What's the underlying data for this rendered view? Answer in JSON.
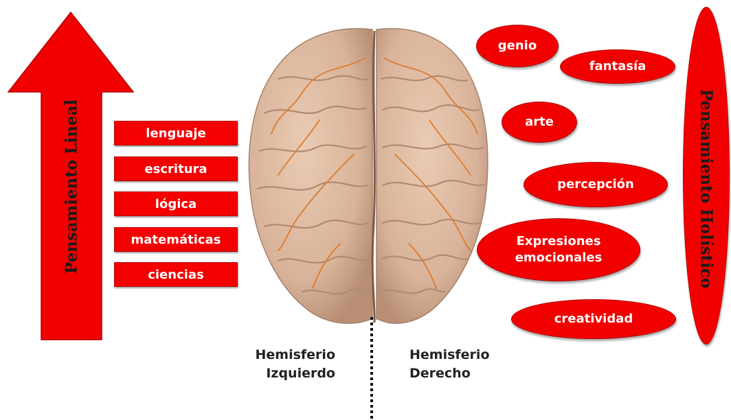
{
  "left_arrow": {
    "label": "Pensamiento Lineal"
  },
  "left_items": [
    "lenguaje",
    "escritura",
    "lógica",
    "matemáticas",
    "ciencias"
  ],
  "right_ellipse": {
    "label": "Pensamiento Holístico"
  },
  "right_items": {
    "genio": "genio",
    "fantasia": "fantasía",
    "arte": "arte",
    "percepcion": "percepción",
    "expresiones_line1": "Expresiones",
    "expresiones_line2": "emocionales",
    "creatividad": "creatividad"
  },
  "hemispheres": {
    "left_line1": "Hemisferio",
    "left_line2": "Izquierdo",
    "right_line1": "Hemisferio",
    "right_line2": "Derecho"
  },
  "colors": {
    "accent": "#f20000",
    "text_on_accent": "#ffffff",
    "brain": "#d8b49a",
    "brain_vessels": "#e07a2a"
  }
}
